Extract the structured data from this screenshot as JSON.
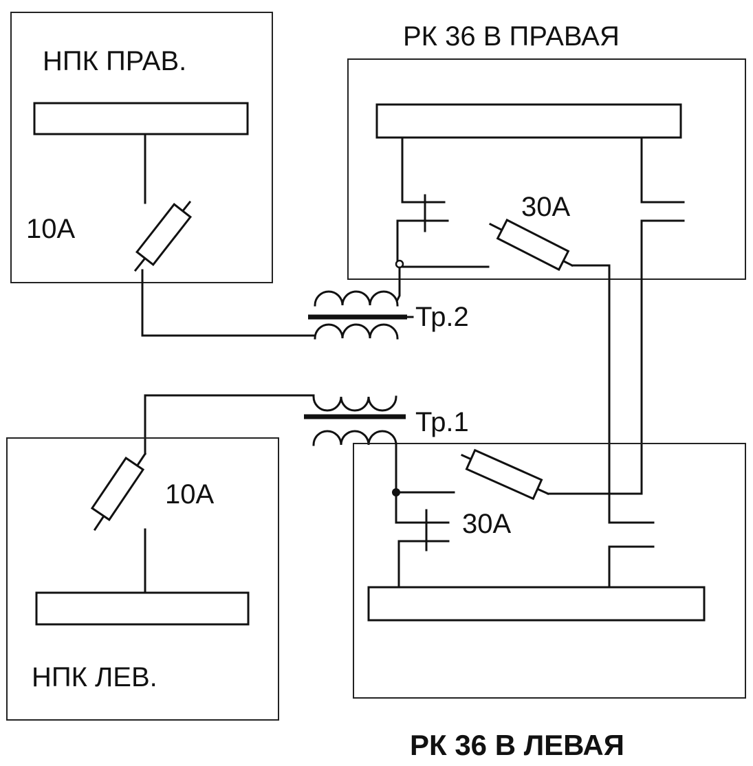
{
  "labels": {
    "npk_right": "НПК ПРАВ.",
    "npk_left": "НПК ЛЕВ.",
    "rk_right": "РК 36 В  ПРАВАЯ",
    "rk_left": "РК 36 В ЛЕВАЯ",
    "fuse_npk_right": "10А",
    "fuse_npk_left": "10А",
    "fuse_rk_right": "30А",
    "fuse_rk_left": "30А",
    "transformer_2": "Тр.2",
    "transformer_1": "Тр.1"
  }
}
